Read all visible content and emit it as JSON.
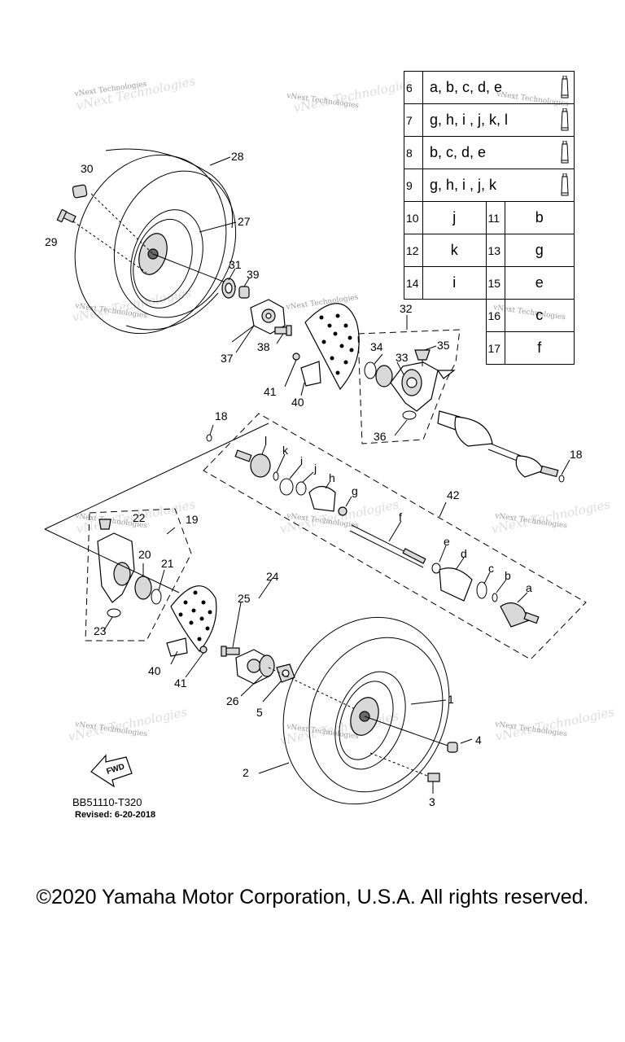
{
  "diagram": {
    "part_numbers": [
      "1",
      "2",
      "3",
      "4",
      "5",
      "18",
      "18",
      "19",
      "20",
      "21",
      "22",
      "23",
      "24",
      "25",
      "26",
      "27",
      "28",
      "29",
      "30",
      "31",
      "32",
      "33",
      "34",
      "35",
      "36",
      "37",
      "38",
      "39",
      "40",
      "40",
      "41",
      "41",
      "42"
    ],
    "letter_labels": [
      "a",
      "b",
      "c",
      "d",
      "e",
      "f",
      "g",
      "h",
      "i",
      "j",
      "k",
      "l"
    ],
    "diagram_code": "BB51110-T320",
    "revised": "Revised: 6-20-2018",
    "fwd_label": "FWD",
    "watermark": "vNext Technologies"
  },
  "legend": {
    "full_rows": [
      {
        "num": "6",
        "letters": "a, b, c, d, e"
      },
      {
        "num": "7",
        "letters": "g, h, i , j, k, l"
      },
      {
        "num": "8",
        "letters": "b, c, d, e"
      },
      {
        "num": "9",
        "letters": "g, h, i , j, k"
      }
    ],
    "pair_rows": [
      {
        "num1": "10",
        "val1": "j",
        "num2": "11",
        "val2": "b"
      },
      {
        "num1": "12",
        "val1": "k",
        "num2": "13",
        "val2": "g"
      },
      {
        "num1": "14",
        "val1": "i",
        "num2": "15",
        "val2": "e"
      }
    ],
    "right_rows": [
      {
        "num": "16",
        "val": "c"
      },
      {
        "num": "17",
        "val": "f"
      }
    ]
  },
  "footer": {
    "copyright": "©2020 Yamaha Motor Corporation, U.S.A. All rights reserved."
  }
}
